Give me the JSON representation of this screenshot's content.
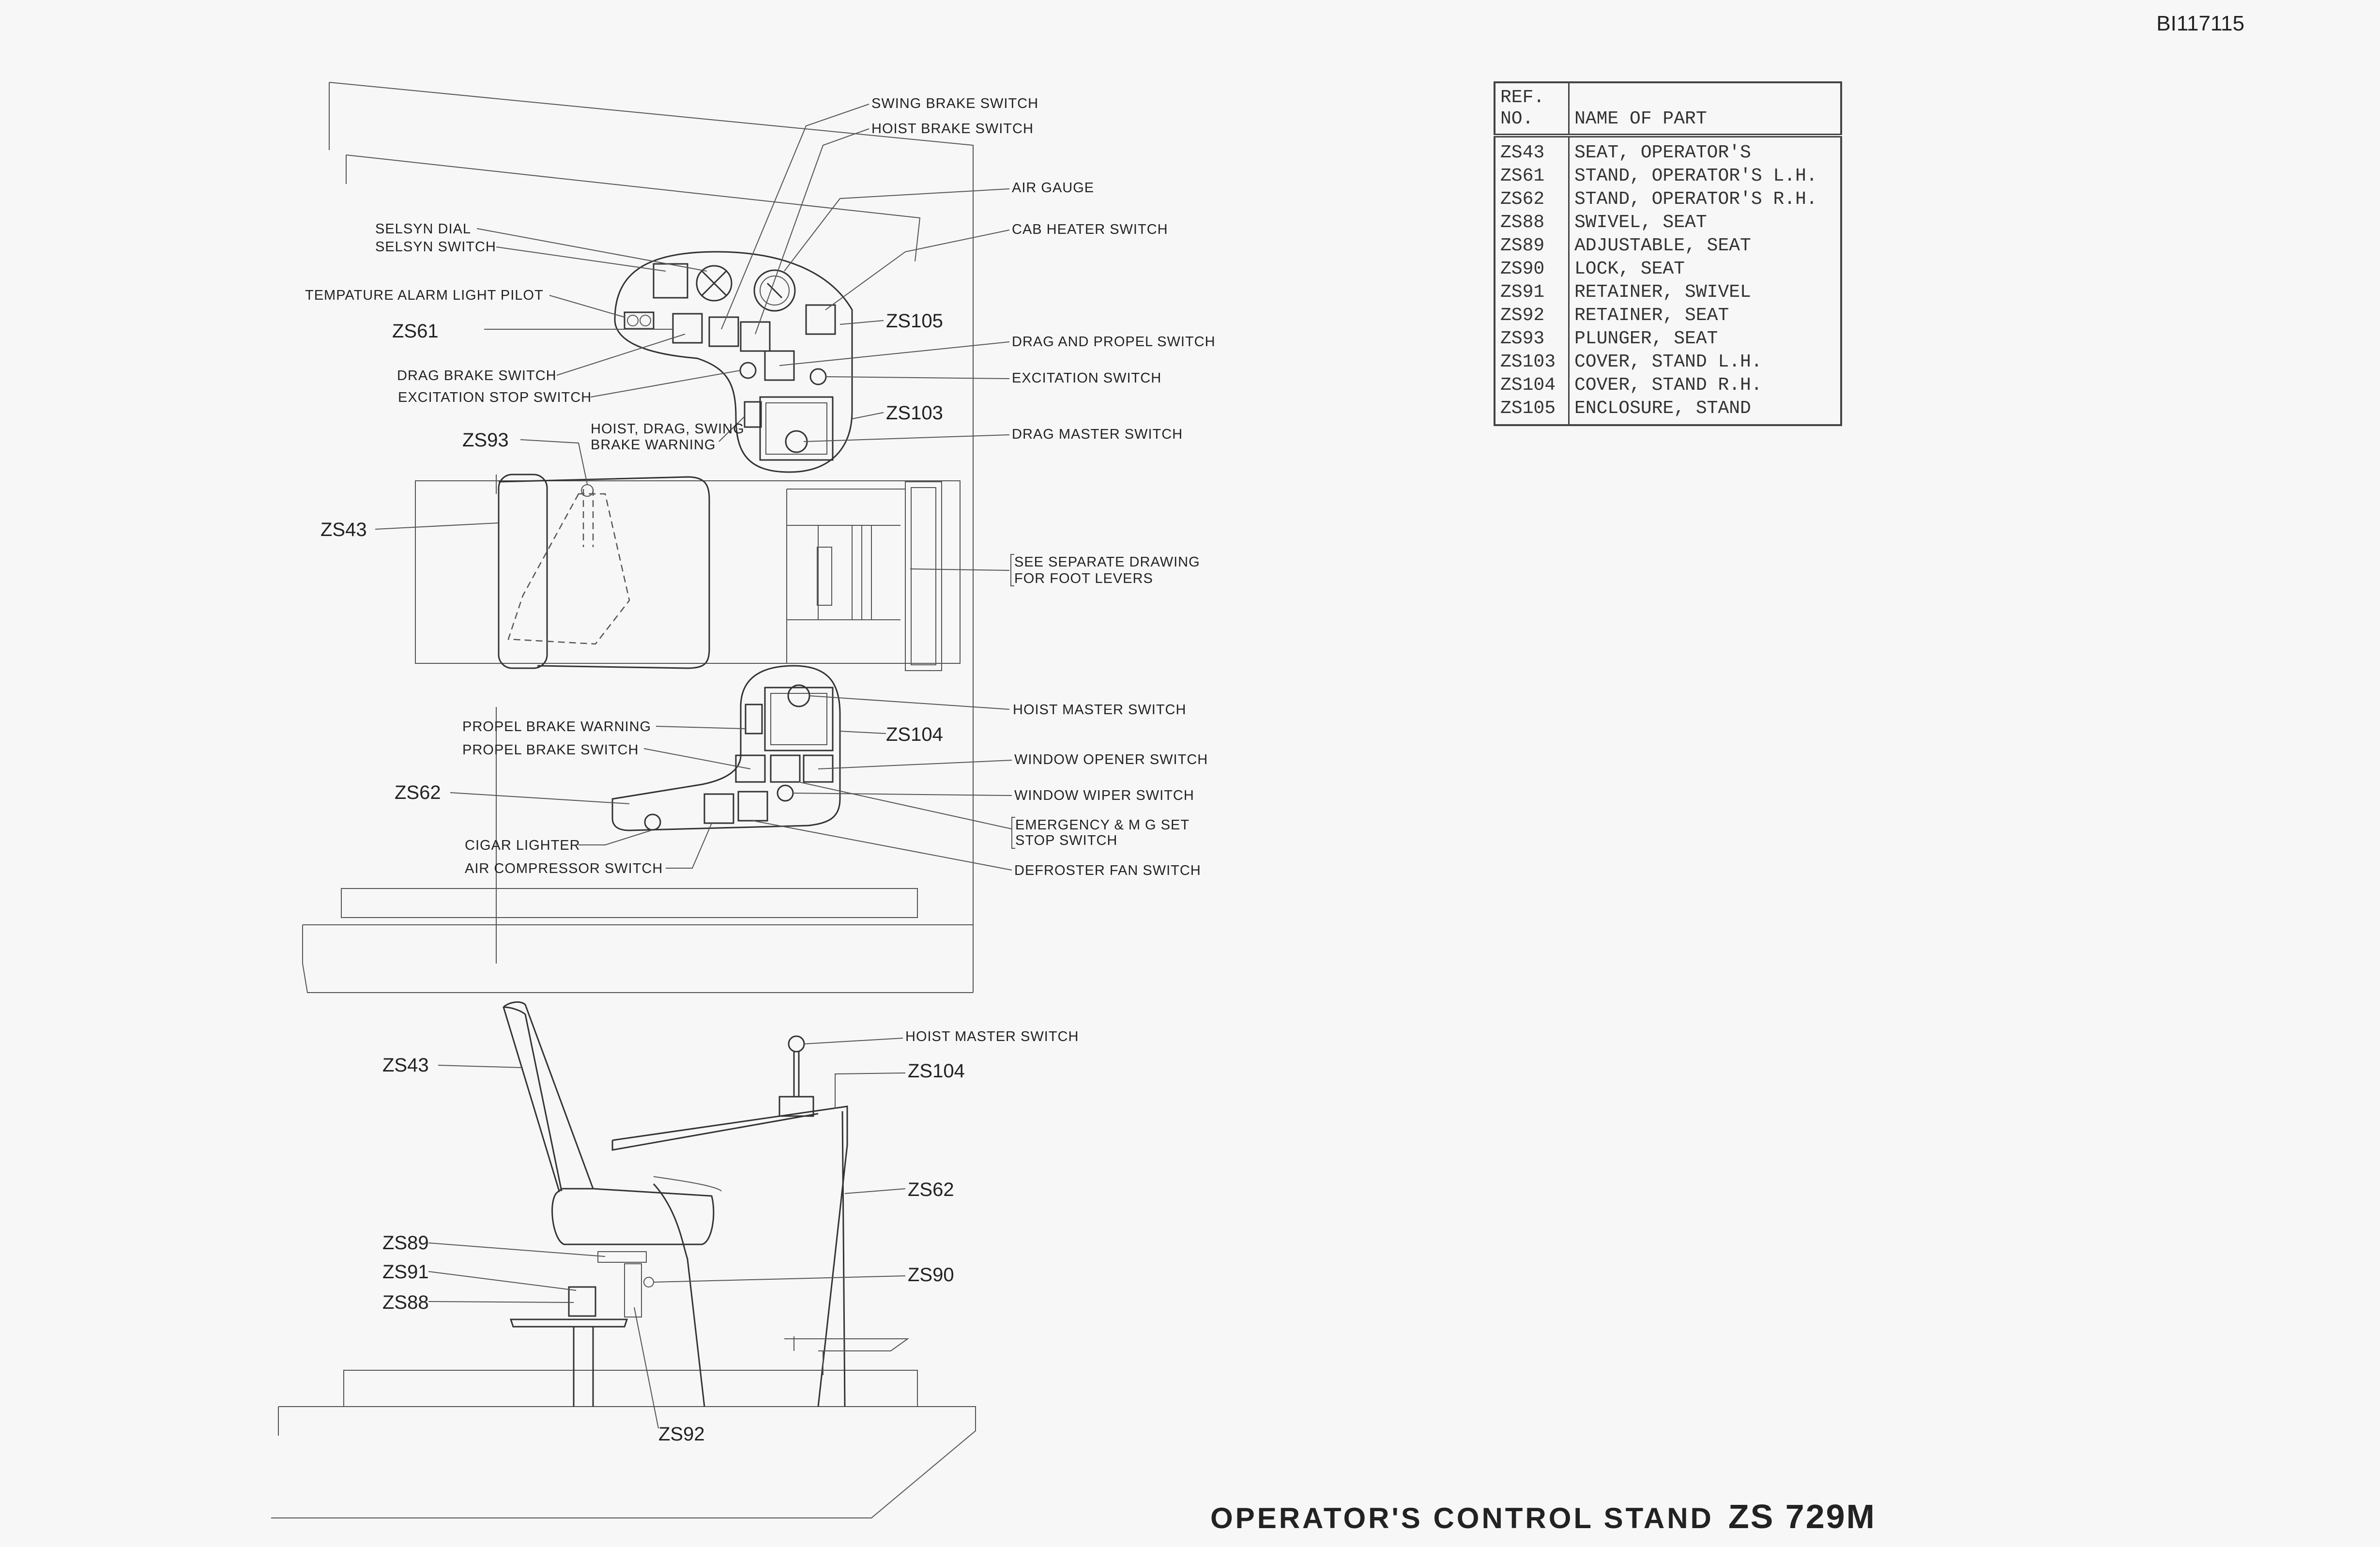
{
  "doc_id": "BI117115",
  "title": {
    "main": "OPERATOR'S CONTROL STAND",
    "code": "ZS 729M"
  },
  "parts_table": {
    "headers": [
      "REF. NO.",
      "NAME OF PART"
    ],
    "rows": [
      {
        "ref": "ZS43",
        "name": "SEAT, OPERATOR'S"
      },
      {
        "ref": "ZS61",
        "name": "STAND, OPERATOR'S L.H."
      },
      {
        "ref": "ZS62",
        "name": "STAND, OPERATOR'S R.H."
      },
      {
        "ref": "ZS88",
        "name": "SWIVEL, SEAT"
      },
      {
        "ref": "ZS89",
        "name": "ADJUSTABLE, SEAT"
      },
      {
        "ref": "ZS90",
        "name": "LOCK, SEAT"
      },
      {
        "ref": "ZS91",
        "name": "RETAINER, SWIVEL"
      },
      {
        "ref": "ZS92",
        "name": "RETAINER, SEAT"
      },
      {
        "ref": "ZS93",
        "name": "PLUNGER, SEAT"
      },
      {
        "ref": "ZS103",
        "name": "COVER, STAND L.H."
      },
      {
        "ref": "ZS104",
        "name": "COVER, STAND R.H."
      },
      {
        "ref": "ZS105",
        "name": "ENCLOSURE, STAND"
      }
    ]
  },
  "plan_view": {
    "labels": {
      "swing_brake_switch": "SWING BRAKE SWITCH",
      "hoist_brake_switch": "HOIST BRAKE SWITCH",
      "air_gauge": "AIR GAUGE",
      "cab_heater_switch": "CAB HEATER SWITCH",
      "selsyn_dial": "SELSYN DIAL",
      "selsyn_switch": "SELSYN SWITCH",
      "temp_alarm": "TEMPATURE ALARM LIGHT PILOT",
      "drag_propel_switch": "DRAG AND PROPEL SWITCH",
      "drag_brake_switch": "DRAG BRAKE SWITCH",
      "excitation_switch": "EXCITATION SWITCH",
      "excitation_stop_switch": "EXCITATION STOP SWITCH",
      "hoist_drag_swing_1": "HOIST, DRAG, SWING",
      "hoist_drag_swing_2": "BRAKE WARNING",
      "drag_master_switch": "DRAG MASTER SWITCH",
      "foot_levers_1": "SEE SEPARATE DRAWING",
      "foot_levers_2": "FOR FOOT LEVERS",
      "hoist_master_switch": "HOIST MASTER SWITCH",
      "propel_brake_warning": "PROPEL BRAKE WARNING",
      "propel_brake_switch": "PROPEL BRAKE SWITCH",
      "window_opener_switch": "WINDOW OPENER SWITCH",
      "window_wiper_switch": "WINDOW WIPER SWITCH",
      "emergency_1": "EMERGENCY & M G SET",
      "emergency_2": "STOP SWITCH",
      "cigar_lighter": "CIGAR LIGHTER",
      "air_compressor_switch": "AIR COMPRESSOR SWITCH",
      "defroster_fan_switch": "DEFROSTER FAN SWITCH"
    },
    "refs": {
      "zs61": "ZS61",
      "zs105": "ZS105",
      "zs103": "ZS103",
      "zs93": "ZS93",
      "zs43": "ZS43",
      "zs104": "ZS104",
      "zs62": "ZS62"
    }
  },
  "side_view": {
    "labels": {
      "hoist_master_switch": "HOIST MASTER SWITCH"
    },
    "refs": {
      "zs104": "ZS104",
      "zs43": "ZS43",
      "zs62": "ZS62",
      "zs89": "ZS89",
      "zs91": "ZS91",
      "zs88": "ZS88",
      "zs90": "ZS90",
      "zs92": "ZS92"
    }
  }
}
